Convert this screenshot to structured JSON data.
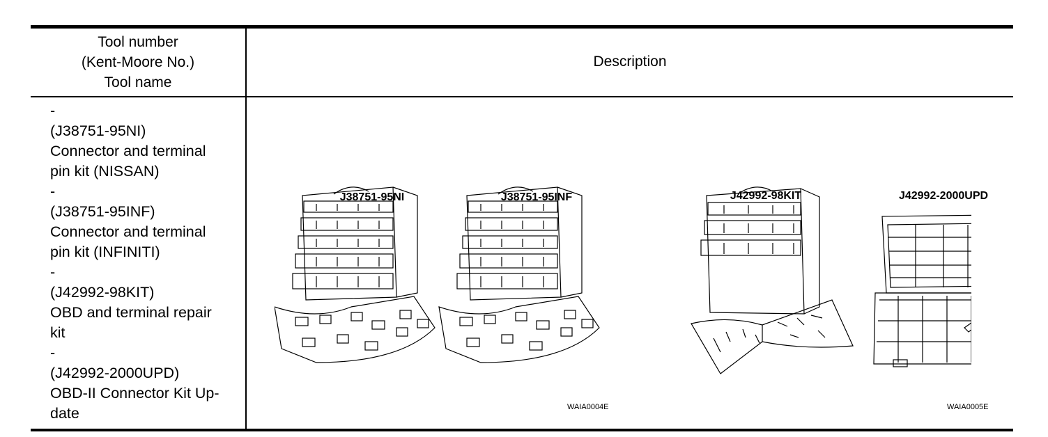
{
  "header": {
    "col1_line1": "Tool number",
    "col1_line2": "(Kent-Moore No.)",
    "col1_line3": "Tool name",
    "col2": "Description"
  },
  "tools_lines": [
    "-",
    "(J38751-95NI)",
    "Connector and terminal",
    "pin kit (NISSAN)",
    "-",
    "(J38751-95INF)",
    "Connector and terminal",
    "pin kit (INFINITI)",
    "-",
    "(J42992-98KIT)",
    "OBD and terminal repair",
    "kit",
    "-",
    "(J42992-2000UPD)",
    "OBD-II Connector Kit Up-",
    "date"
  ],
  "figure": {
    "labels": [
      "J38751-95NI",
      "J38751-95INF",
      "J42992-98KIT",
      "J42992-2000UPD"
    ],
    "codes": [
      "WAIA0004E",
      "WAIA0005E"
    ]
  }
}
